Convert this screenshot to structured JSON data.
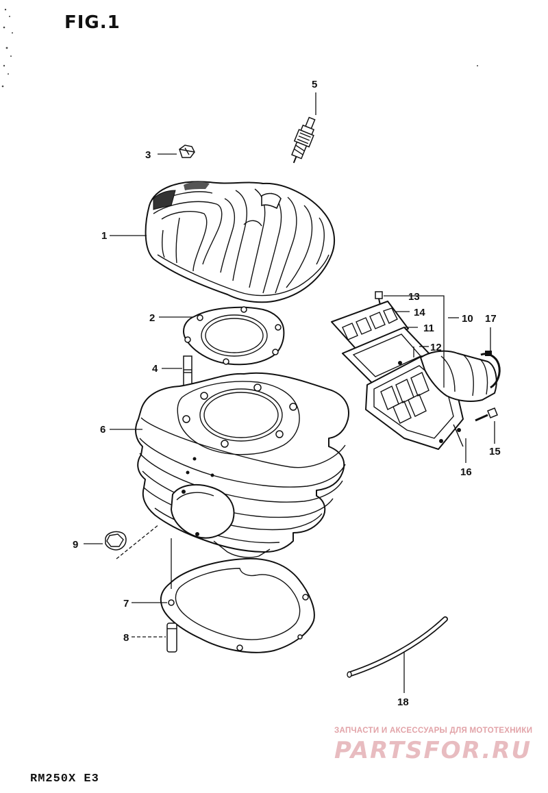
{
  "figure": {
    "title": "FIG.1",
    "model_code": "RM250X E3"
  },
  "callouts": [
    {
      "id": "1",
      "part": "cylinder-head"
    },
    {
      "id": "2",
      "part": "head-gasket"
    },
    {
      "id": "3",
      "part": "head-nut"
    },
    {
      "id": "4",
      "part": "stud-bolt"
    },
    {
      "id": "5",
      "part": "spark-plug"
    },
    {
      "id": "6",
      "part": "cylinder"
    },
    {
      "id": "7",
      "part": "base-gasket"
    },
    {
      "id": "8",
      "part": "dowel-pin"
    },
    {
      "id": "9",
      "part": "cylinder-nut"
    },
    {
      "id": "10",
      "part": "reed-valve-assembly"
    },
    {
      "id": "11",
      "part": "reed-petal"
    },
    {
      "id": "12",
      "part": "reed-gasket"
    },
    {
      "id": "13",
      "part": "reed-screw"
    },
    {
      "id": "14",
      "part": "reed-washer"
    },
    {
      "id": "15",
      "part": "intake-pipe-bolt"
    },
    {
      "id": "16",
      "part": "intake-pipe"
    },
    {
      "id": "17",
      "part": "hose-clamp"
    },
    {
      "id": "18",
      "part": "breather-hose"
    }
  ],
  "watermark": {
    "tagline": "ЗАПЧАСТИ И АКСЕССУАРЫ ДЛЯ МОТОТЕХНИКИ",
    "brand": "PARTSFOR.RU",
    "color": "#e8bcc0"
  }
}
